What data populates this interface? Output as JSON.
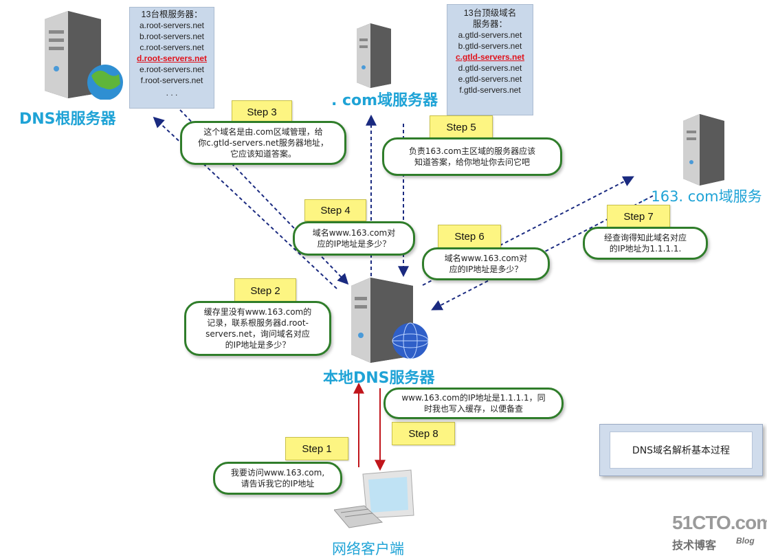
{
  "root_server": {
    "title": "DNS根服务器",
    "list_heading": "13台根服务器：",
    "list": [
      "a.root-servers.net",
      "b.root-servers.net",
      "c.root-servers.net"
    ],
    "list_highlight": "d.root-servers.net",
    "list_rest": [
      "e.root-servers.net",
      "f.root-servers.net"
    ],
    "list_more": ". . ."
  },
  "com_server": {
    "title": ". com域服务器",
    "list_heading_1": "13台顶级域名",
    "list_heading_2": "服务器：",
    "list": [
      "a.gtld-servers.net",
      "b.gtld-servers.net"
    ],
    "list_highlight": "c.gtld-servers.net",
    "list_rest": [
      "d.gtld-servers.net",
      "e.gtld-servers.net",
      "f.gtld-servers.net"
    ]
  },
  "s163_server": {
    "title": ". 163. com域服务"
  },
  "local_server": {
    "title": "本地DNS服务器"
  },
  "client": {
    "title": "网络客户端"
  },
  "steps": {
    "s1": "Step 1",
    "s2": "Step 2",
    "s3": "Step 3",
    "s4": "Step 4",
    "s5": "Step 5",
    "s6": "Step 6",
    "s7": "Step 7",
    "s8": "Step 8"
  },
  "bubbles": {
    "b1_l1": "我要访问www.163.com,",
    "b1_l2": "请告诉我它的IP地址",
    "b2_l1": "缓存里没有www.163.com的",
    "b2_l2": "记录，联系根服务器d.root-",
    "b2_l3": "servers.net，询问域名对应",
    "b2_l4": "的IP地址是多少？",
    "b3_l1": "这个域名是由.com区域管理，给",
    "b3_l2": "你c.gtld-servers.net服务器地址，",
    "b3_l3": "它应该知道答案。",
    "b4_l1": "域名www.163.com对",
    "b4_l2": "应的IP地址是多少？",
    "b5_l1": "负责163.com主区域的服务器应该",
    "b5_l2": "知道答案，给你地址你去问它吧",
    "b6_l1": "域名www.163.com对",
    "b6_l2": "应的IP地址是多少？",
    "b7_l1": "经查询得知此域名对应",
    "b7_l2": "的IP地址为1.1.1.1.",
    "b8_l1": "www.163.com的IP地址是1.1.1.1，同",
    "b8_l2": "时我也写入缓存，以便备查"
  },
  "caption": "DNS域名解析基本过程",
  "watermark": {
    "site": "51CTO.com",
    "blog_cn": "技术博客",
    "blog_en": "Blog"
  },
  "colors": {
    "title": "#1fa3d6",
    "bubble_border": "#2f7d2a",
    "step_fill": "#fdf582",
    "arrow_dashed": "#1a2a80",
    "arrow_red": "#c0151b",
    "highlight": "#e0121b"
  }
}
